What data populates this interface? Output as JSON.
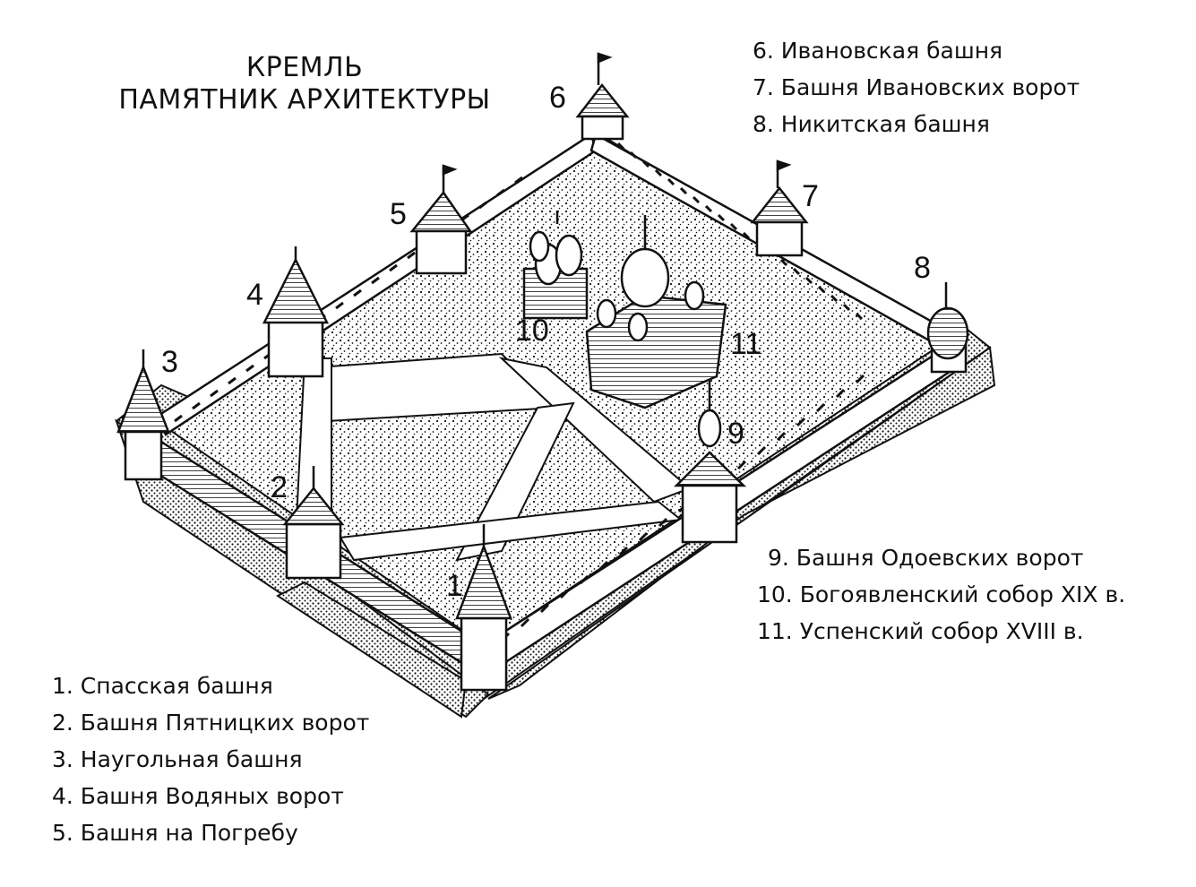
{
  "title": {
    "line1": "КРЕМЛЬ",
    "line2": "ПАМЯТНИК АРХИТЕКТУРЫ"
  },
  "legend_left": [
    "1. Спасская башня",
    "2. Башня Пятницких ворот",
    "3. Наугольная башня",
    "4. Башня Водяных ворот",
    "5. Башня на Погребу"
  ],
  "legend_top_right": [
    "6. Ивановская башня",
    "7. Башня Ивановских ворот",
    "8. Никитская башня"
  ],
  "legend_bottom_right": [
    "9. Башня Одоевских ворот",
    "10. Богоявленский собор XIX в.",
    "11. Успенский собор XVIII в."
  ],
  "markers": [
    "1",
    "2",
    "3",
    "4",
    "5",
    "6",
    "7",
    "8",
    "9",
    "10",
    "11"
  ],
  "colors": {
    "ink": "#111111",
    "paper": "#ffffff",
    "path": "#ffffff"
  }
}
